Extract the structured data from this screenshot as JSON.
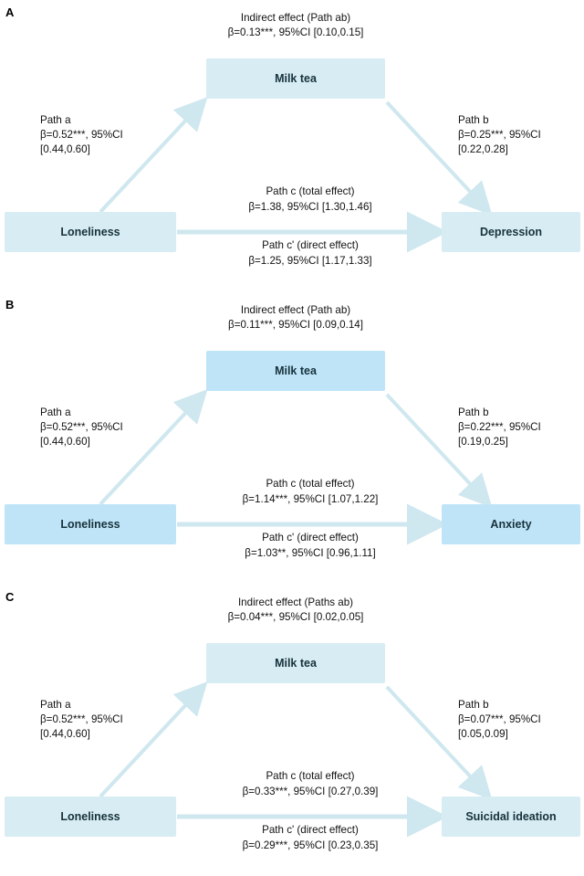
{
  "figure": {
    "panels": [
      {
        "label": "A",
        "indirect": {
          "line1": "Indirect effect (Path ab)",
          "line2": "β=0.13***, 95%CI [0.10,0.15]"
        },
        "path_a": {
          "line1": "Path a",
          "line2": "β=0.52***, 95%CI",
          "line3": "[0.44,0.60]"
        },
        "path_b": {
          "line1": "Path b",
          "line2": "β=0.25***, 95%CI",
          "line3": "[0.22,0.28]"
        },
        "path_c": {
          "line1": "Path c (total effect)",
          "line2": "β=1.38, 95%CI [1.30,1.46]"
        },
        "path_c_prime": {
          "line1": "Path c' (direct effect)",
          "line2": "β=1.25, 95%CI [1.17,1.33]"
        },
        "nodes": {
          "left": "Loneliness",
          "mid": "Milk tea",
          "right": "Depression"
        },
        "box_color": "#d8ecf3",
        "arrow_color": "#cfe7ef"
      },
      {
        "label": "B",
        "indirect": {
          "line1": "Indirect effect (Path ab)",
          "line2": "β=0.11***, 95%CI [0.09,0.14]"
        },
        "path_a": {
          "line1": "Path a",
          "line2": "β=0.52***, 95%CI",
          "line3": "[0.44,0.60]"
        },
        "path_b": {
          "line1": "Path b",
          "line2": "β=0.22***, 95%CI",
          "line3": "[0.19,0.25]"
        },
        "path_c": {
          "line1": "Path c (total effect)",
          "line2": "β=1.14***, 95%CI [1.07,1.22]"
        },
        "path_c_prime": {
          "line1": "Path c' (direct effect)",
          "line2": "β=1.03**, 95%CI [0.96,1.11]"
        },
        "nodes": {
          "left": "Loneliness",
          "mid": "Milk tea",
          "right": "Anxiety"
        },
        "box_color": "#bfe4f7",
        "arrow_color": "#cfe7ef"
      },
      {
        "label": "C",
        "indirect": {
          "line1": "Indirect effect (Paths ab)",
          "line2": "β=0.04***, 95%CI [0.02,0.05]"
        },
        "path_a": {
          "line1": "Path a",
          "line2": "β=0.52***, 95%CI",
          "line3": "[0.44,0.60]"
        },
        "path_b": {
          "line1": "Path b",
          "line2": "β=0.07***, 95%CI",
          "line3": "[0.05,0.09]"
        },
        "path_c": {
          "line1": "Path c (total effect)",
          "line2": "β=0.33***, 95%CI [0.27,0.39]"
        },
        "path_c_prime": {
          "line1": "Path c' (direct effect)",
          "line2": "β=0.29***, 95%CI [0.23,0.35]"
        },
        "nodes": {
          "left": "Loneliness",
          "mid": "Milk tea",
          "right": "Suicidal ideation"
        },
        "box_color": "#d8ecf3",
        "arrow_color": "#cfe7ef"
      }
    ]
  }
}
